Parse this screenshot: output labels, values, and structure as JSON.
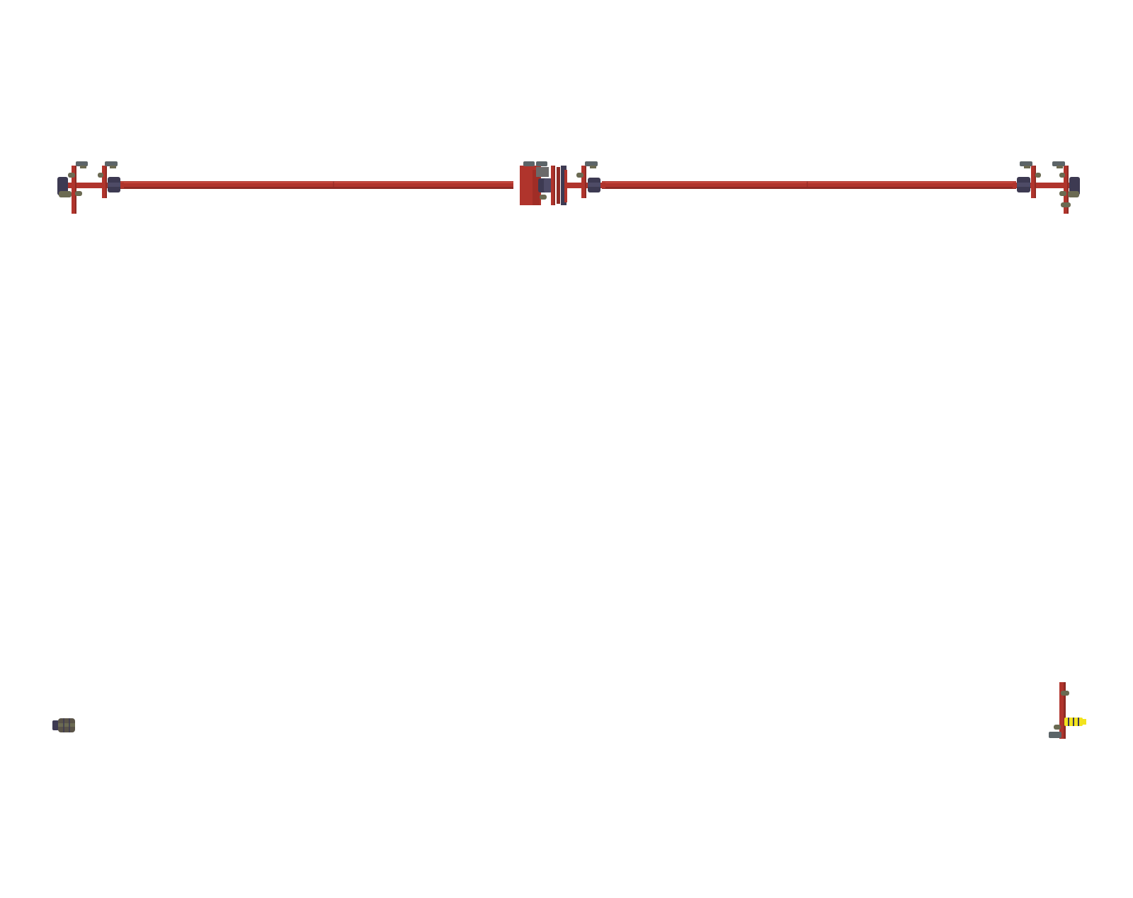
{
  "palette": {
    "background": "#ffffff",
    "shaft_red": "#b0342c",
    "shaft_red_dark": "#8e2a24",
    "shaft_red_light": "#c4463c",
    "bearing_navy": "#3d3a52",
    "bracket_slate": "#5c6468",
    "bracket_olive": "#6b6a52",
    "coupling_yellow": "#f2e31e"
  },
  "parts": {
    "main_shaft": "shaft",
    "left_end_assembly": "bearing-assembly",
    "center_gearbox": "gearbox",
    "right_end_assembly": "bearing-assembly",
    "detached_bearing": "bearing",
    "side_view_assembly": "bearing-assembly"
  }
}
